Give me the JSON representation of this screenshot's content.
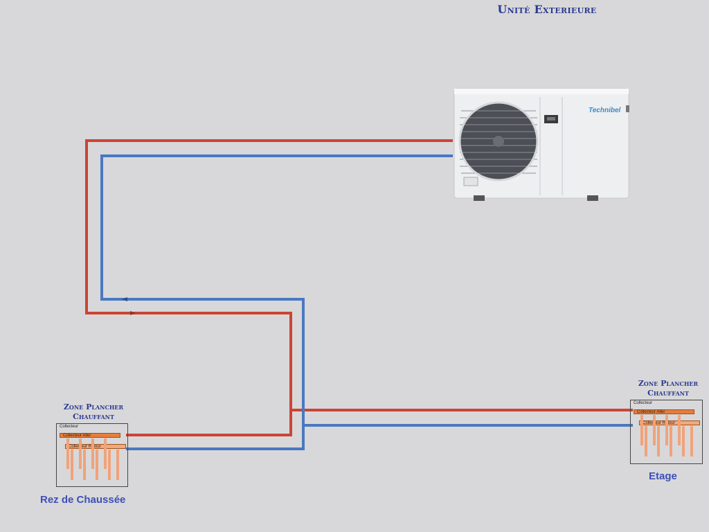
{
  "title": "Unité Exterieure",
  "outdoor_unit": {
    "brand": "Technibel"
  },
  "zones": [
    {
      "id": "rdc",
      "title_line1": "Zone Plancher",
      "title_line2": "Chauffant",
      "collector_label": "Collecteur",
      "aller_label": "Collecteur Aller",
      "retour_label": "Collecteur Retour",
      "floor_label": "Rez de Chaussée"
    },
    {
      "id": "etage",
      "title_line1": "Zone Plancher",
      "title_line2": "Chauffant",
      "collector_label": "Collecteur",
      "aller_label": "Collecteur Aller",
      "retour_label": "Collecteur Retour",
      "floor_label": "Etage"
    }
  ],
  "colors": {
    "supply_pipe": "#cc4434",
    "return_pipe": "#4a78c0",
    "title": "#2b3a8f",
    "floor_label": "#3e4fb6"
  }
}
